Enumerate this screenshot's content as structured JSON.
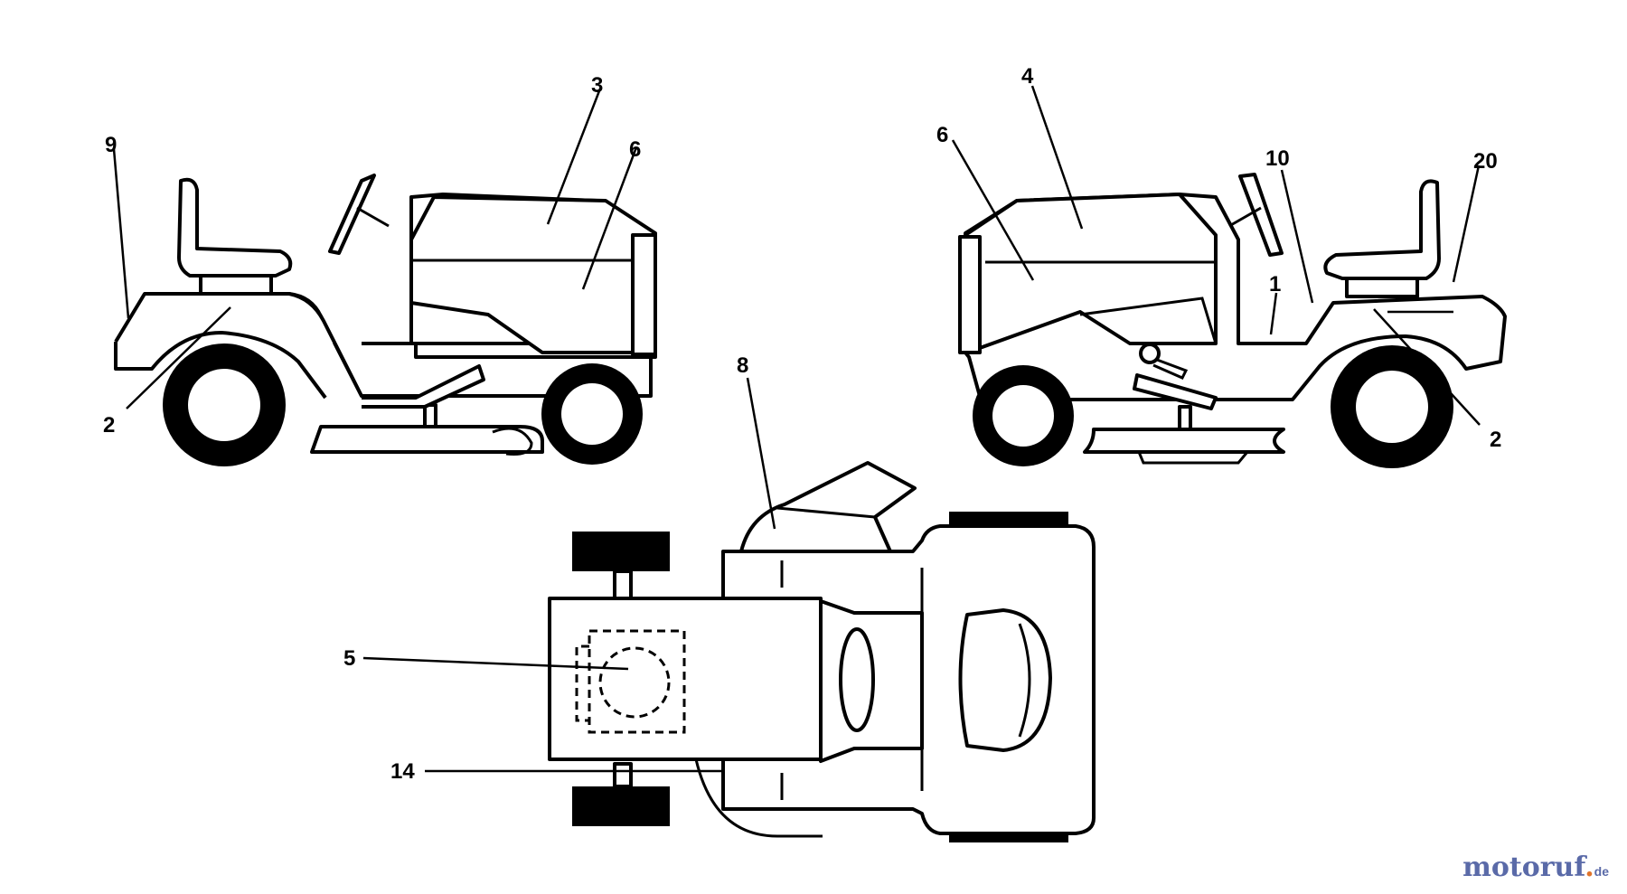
{
  "callouts": {
    "left_view": {
      "c3": "3",
      "c6": "6",
      "c9": "9",
      "c2": "2"
    },
    "right_view": {
      "c4": "4",
      "c6": "6",
      "c10": "10",
      "c20": "20",
      "c1": "1",
      "c2": "2"
    },
    "top_view": {
      "c8": "8",
      "c5": "5",
      "c14": "14"
    }
  },
  "watermark": {
    "main": "motoruf",
    "dot": ".",
    "tld": "de"
  },
  "colors": {
    "line": "#000000",
    "background": "#ffffff",
    "watermark_blue": "#5a6aa8",
    "watermark_orange": "#e0742c"
  }
}
